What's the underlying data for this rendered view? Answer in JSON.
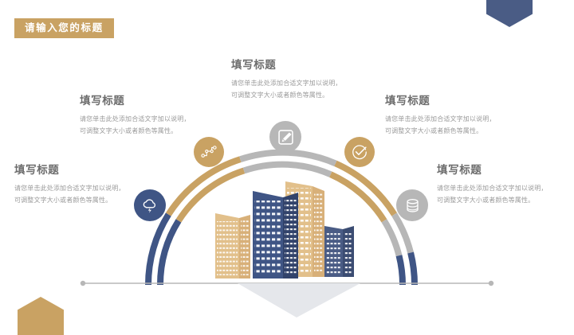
{
  "slide": {
    "background_color": "#ffffff",
    "title_banner": {
      "text": "请输入您的标题",
      "background_color": "#c9a263",
      "text_color": "#ffffff"
    },
    "decorations": {
      "top_right_tag": {
        "name": "pentagon-tag-down",
        "color": "#4a5c85"
      },
      "bottom_left_tag": {
        "name": "pentagon-tag-up",
        "color": "#c9a263"
      }
    }
  },
  "colors": {
    "navy": "#3f5585",
    "navy_dark": "#3a4f7a",
    "gold": "#c9a263",
    "gold_light": "#e2c08b",
    "gray": "#b7b7b7",
    "gray_light": "#d8d8d8",
    "title_gray": "#6d6d6d",
    "body_gray": "#9a9a9a"
  },
  "text_blocks": [
    {
      "id": "tb-1",
      "title": "填写标题",
      "body_line1": "请您单击此处添加合适文字加以说明，",
      "body_line2": "可调整文字大小或者颜色等属性。"
    },
    {
      "id": "tb-2",
      "title": "填写标题",
      "body_line1": "请您单击此处添加合适文字加以说明，",
      "body_line2": "可调整文字大小或者颜色等属性。"
    },
    {
      "id": "tb-3",
      "title": "填写标题",
      "body_line1": "请您单击此处添加合适文字加以说明，",
      "body_line2": "可调整文字大小或者颜色等属性。"
    },
    {
      "id": "tb-4",
      "title": "填写标题",
      "body_line1": "请您单击此处添加合适文字加以说明，",
      "body_line2": "可调整文字大小或者颜色等属性。"
    },
    {
      "id": "tb-5",
      "title": "填写标题",
      "body_line1": "请您单击此处添加合适文字加以说明，",
      "body_line2": "可调整文字大小或者颜色等属性。"
    }
  ],
  "nodes": [
    {
      "id": "node-1",
      "icon": "cloud-lightning-icon",
      "color": "#3f5585"
    },
    {
      "id": "node-2",
      "icon": "network-nodes-icon",
      "color": "#c9a263"
    },
    {
      "id": "node-3",
      "icon": "edit-pencil-square-icon",
      "color": "#b7b7b7"
    },
    {
      "id": "node-4",
      "icon": "check-circle-icon",
      "color": "#c9a263"
    },
    {
      "id": "node-5",
      "icon": "database-icon",
      "color": "#b7b7b7"
    }
  ],
  "arc": {
    "type": "double-stroke-semicircle",
    "segments": [
      {
        "name": "segment-left-navy",
        "color": "#3f5585"
      },
      {
        "name": "segment-left-gold",
        "color": "#c9a263"
      },
      {
        "name": "segment-top-gray",
        "color": "#b7b7b7"
      },
      {
        "name": "segment-right-gold",
        "color": "#c9a263"
      },
      {
        "name": "segment-right-gray",
        "color": "#b7b7b7"
      },
      {
        "name": "segment-right-navy",
        "color": "#3f5585"
      }
    ]
  },
  "baseline": {
    "name": "ground-line",
    "color": "#b7b7b7",
    "endpoint_markers": 2
  },
  "city": {
    "name": "city-skyline-illustration",
    "buildings": [
      {
        "name": "building-left-tan",
        "color": "#e2c08b"
      },
      {
        "name": "building-center-navy",
        "color": "#3f5585"
      },
      {
        "name": "building-back-tan",
        "color": "#e2c08b"
      },
      {
        "name": "building-right-navy",
        "color": "#4a5c85"
      }
    ],
    "shadow_color": "#e4e6ea"
  }
}
